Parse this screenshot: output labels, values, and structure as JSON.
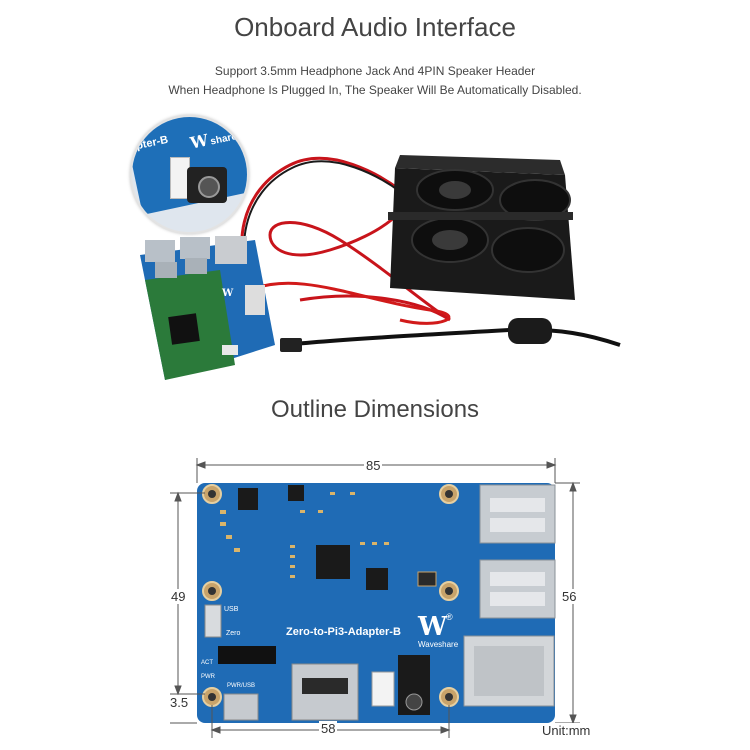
{
  "audio_section": {
    "title": "Onboard Audio Interface",
    "subtitle_line1": "Support 3.5mm Headphone Jack And 4PIN Speaker Header",
    "subtitle_line2": "When Headphone Is Plugged In, The Speaker Will Be Automatically Disabled.",
    "inset_label": "pter-B",
    "inset_brand": "share"
  },
  "dimensions_section": {
    "title": "Outline Dimensions",
    "width_top": "85",
    "width_bottom": "58",
    "height_left": "49",
    "height_right": "56",
    "offset_small": "3.5",
    "unit_label": "Unit:mm",
    "board_name": "Zero-to-Pi3-Adapter-B",
    "brand": "Waveshare",
    "registered_mark": "®",
    "silk_usb": "USB",
    "silk_zero": "Zero",
    "silk_pwr": "PWR",
    "silk_pwrusb": "PWR/USB",
    "silk_act": "ACT"
  },
  "colors": {
    "pcb_blue": "#1f6bb5",
    "cable_red": "#d11a1a",
    "cable_black": "#111111",
    "speaker_black": "#1a1a1a",
    "pi_green": "#2b7a3a"
  }
}
